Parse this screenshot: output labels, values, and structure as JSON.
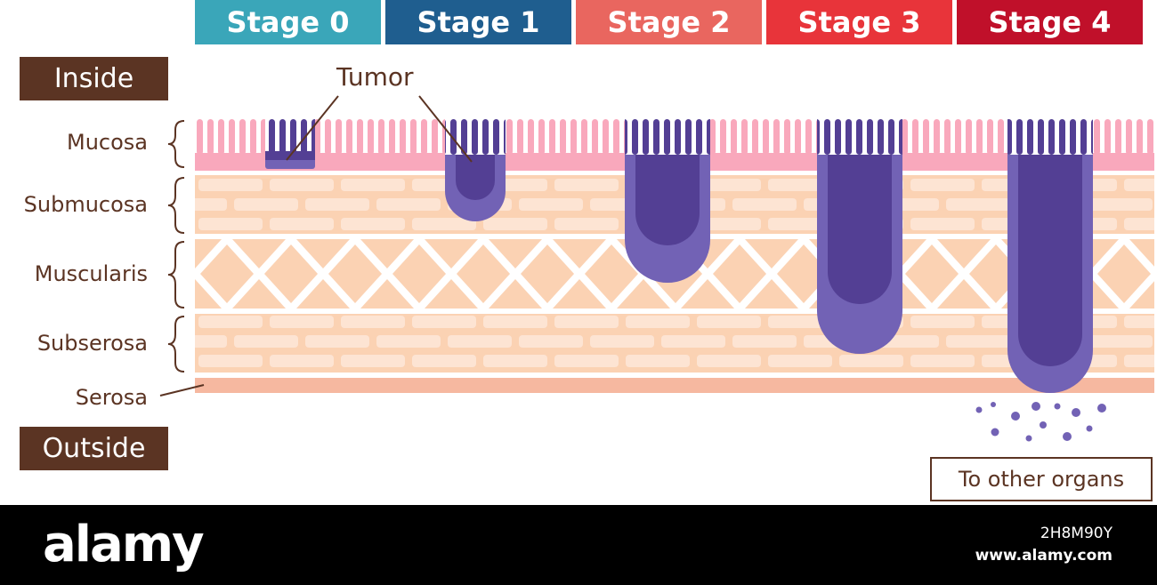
{
  "stages": [
    {
      "label": "Stage 0",
      "color": "#3aa6b9"
    },
    {
      "label": "Stage 1",
      "color": "#1f5e8f"
    },
    {
      "label": "Stage 2",
      "color": "#e9665f"
    },
    {
      "label": "Stage 3",
      "color": "#e8343a"
    },
    {
      "label": "Stage 4",
      "color": "#c0102a"
    }
  ],
  "inside_label": "Inside",
  "outside_label": "Outside",
  "tumor_label": "Tumor",
  "layers": {
    "mucosa": "Mucosa",
    "submucosa": "Submucosa",
    "muscularis": "Muscularis",
    "subserosa": "Subserosa",
    "serosa": "Serosa"
  },
  "to_other_organs": "To other organs",
  "footer": {
    "brand": "alamy",
    "image_id": "2H8M90Y",
    "site": "www.alamy.com"
  },
  "colors": {
    "mucosa": "#f9a8bc",
    "tissue": "#fbd2b3",
    "tissue_light": "#fde4d3",
    "serosa": "#f6b8a0",
    "tumor_outer": "#7262b5",
    "tumor_inner": "#533f94",
    "label_brown": "#5b3423"
  }
}
